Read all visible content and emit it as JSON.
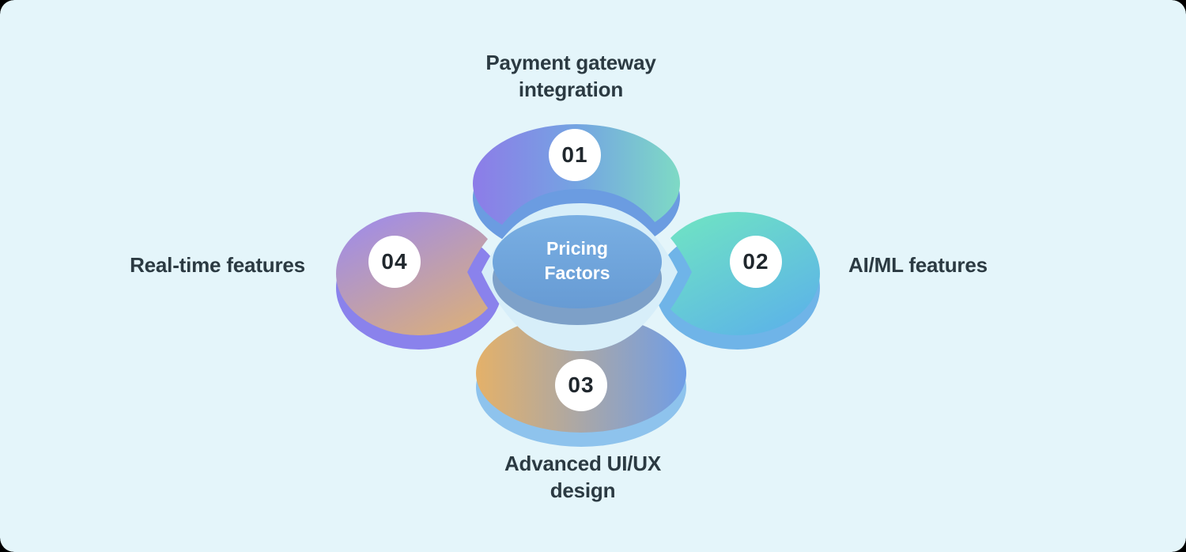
{
  "title": "Pricing Factors diagram",
  "background": "#e4f5fa",
  "lens_color": "#d7eef9",
  "label_text_color": "#2b3a42",
  "number_text_color": "#20272d",
  "center": {
    "label": "Pricing Factors",
    "top_gradient": [
      "#79afe3",
      "#679bd4"
    ],
    "side_color": "#7da0c8",
    "text_color": "#ffffff"
  },
  "items": [
    {
      "number": "01",
      "label": "Payment gateway integration",
      "position": "top",
      "gradient": [
        "#8d7ce8",
        "#74a4e2",
        "#7edac5"
      ],
      "rim": "#6b9ce1"
    },
    {
      "number": "02",
      "label": "AI/ML features",
      "position": "right",
      "gradient": [
        "#70e5c2",
        "#5cb3e8"
      ],
      "rim": "#6fb4e8"
    },
    {
      "number": "03",
      "label": "Advanced UI/UX design",
      "position": "bottom",
      "gradient": [
        "#e4b169",
        "#6f9de6"
      ],
      "rim": "#8ec3ed"
    },
    {
      "number": "04",
      "label": "Real-time features",
      "position": "left",
      "gradient": [
        "#9f8bea",
        "#dcb077"
      ],
      "rim": "#8a82ec"
    }
  ]
}
